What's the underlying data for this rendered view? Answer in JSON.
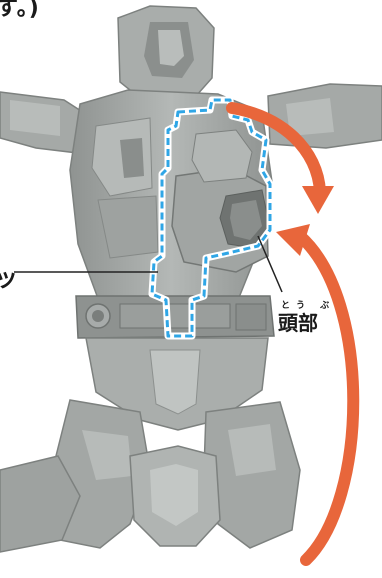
{
  "texts": {
    "top_caption_fragment": "す。)",
    "left_label_fragment": "ッ",
    "head_furigana": "とう ぶ",
    "head_label": "頭部"
  },
  "colors": {
    "figure_gray": "#a6aaa8",
    "figure_dark": "#7d817f",
    "figure_light": "#c5c9c7",
    "outline_blue": "#2fa6e6",
    "arrow_orange": "#e8663b",
    "leader_line": "#222222"
  },
  "icons": {
    "bend_arrow": "curved-arrow-icon",
    "fold_arrow": "curved-arrow-icon"
  }
}
